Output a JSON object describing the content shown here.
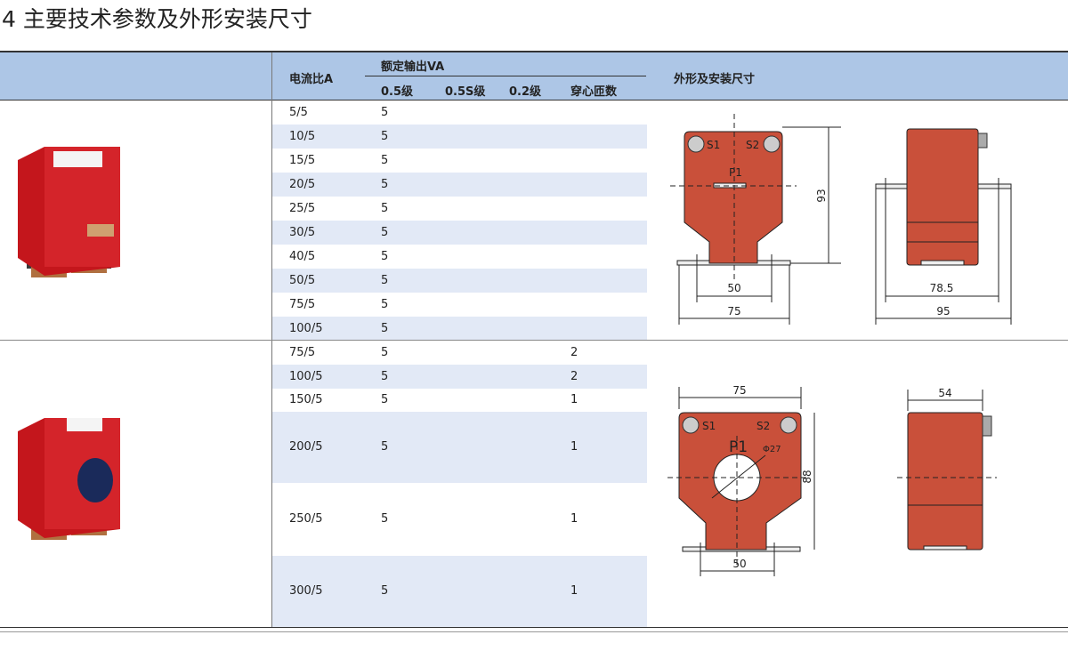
{
  "title": "4 主要技术参数及外形安装尺寸",
  "header": {
    "ratio": "电流比A",
    "rated_output": "额定输出VA",
    "class_05": "0.5级",
    "class_05s": "0.5S级",
    "class_02": "0.2级",
    "turns": "穿心匝数",
    "outline": "外形及安装尺寸"
  },
  "section1": {
    "rows": [
      {
        "ratio": "5/5",
        "c05": "5"
      },
      {
        "ratio": "10/5",
        "c05": "5"
      },
      {
        "ratio": "15/5",
        "c05": "5"
      },
      {
        "ratio": "20/5",
        "c05": "5"
      },
      {
        "ratio": "25/5",
        "c05": "5"
      },
      {
        "ratio": "30/5",
        "c05": "5"
      },
      {
        "ratio": "40/5",
        "c05": "5"
      },
      {
        "ratio": "50/5",
        "c05": "5"
      },
      {
        "ratio": "75/5",
        "c05": "5"
      },
      {
        "ratio": "100/5",
        "c05": "5"
      }
    ],
    "drawing": {
      "s1": "S1",
      "s2": "S2",
      "p1": "P1",
      "height": "93",
      "inner": "50",
      "width": "75",
      "side_inner": "78.5",
      "side_width": "95"
    }
  },
  "section2": {
    "rows": [
      {
        "ratio": "75/5",
        "c05": "5",
        "turns": "2"
      },
      {
        "ratio": "100/5",
        "c05": "5",
        "turns": "2"
      },
      {
        "ratio": "150/5",
        "c05": "5",
        "turns": "1"
      },
      {
        "ratio": "200/5",
        "c05": "5",
        "turns": "1"
      },
      {
        "ratio": "250/5",
        "c05": "5",
        "turns": "1"
      },
      {
        "ratio": "300/5",
        "c05": "5",
        "turns": "1"
      }
    ],
    "drawing": {
      "s1": "S1",
      "s2": "S2",
      "p1": "P1",
      "hole": "Φ27",
      "height": "88",
      "width": "75",
      "inner": "50",
      "depth": "54"
    }
  },
  "colors": {
    "header": "#adc6e6",
    "stripe": "#e2e9f6",
    "body": "#c9503a"
  }
}
